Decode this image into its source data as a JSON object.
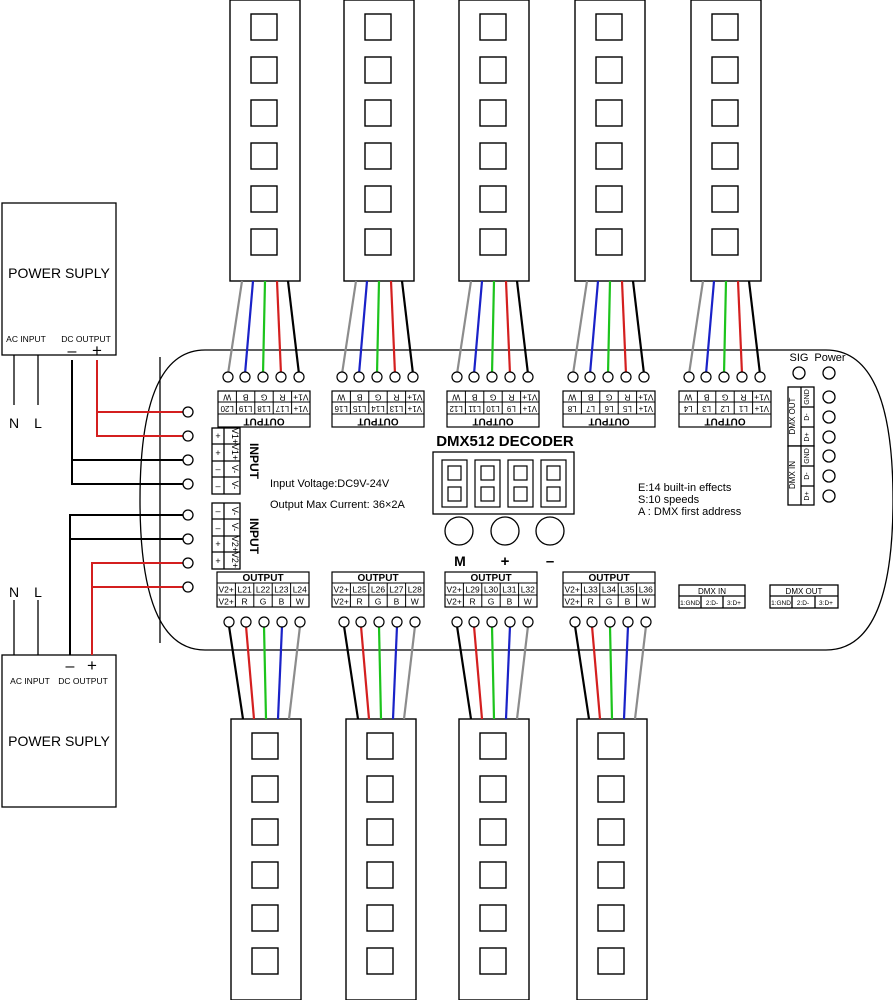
{
  "decoder": {
    "title": "DMX512 DECODER",
    "input_voltage": "Input Voltage:DC9V-24V",
    "output_max": "Output Max  Current: 36×2A",
    "effects": "E:14 built-in effects",
    "speeds": "S:10 speeds",
    "address": "A : DMX first address",
    "buttons": [
      "M",
      "+",
      "–"
    ],
    "sig_label": "SIG",
    "power_label": "Power"
  },
  "power_supplies": [
    {
      "title": "POWER SUPLY",
      "ac_label": "AC INPUT",
      "dc_label": "DC OUTPUT",
      "minus": "–",
      "plus": "+",
      "n": "N",
      "l": "L"
    },
    {
      "title": "POWER SUPLY",
      "ac_label": "AC INPUT",
      "dc_label": "DC OUTPUT",
      "minus": "–",
      "plus": "+",
      "n": "N",
      "l": "L"
    }
  ],
  "input_blocks": [
    {
      "label": "INPUT",
      "pins": [
        "V1+",
        "V1+",
        "V-",
        "V-"
      ],
      "signs": [
        "+",
        "+",
        "–",
        "–"
      ]
    },
    {
      "label": "INPUT",
      "pins": [
        "V-",
        "V-",
        "V2+",
        "V2+"
      ],
      "signs": [
        "–",
        "–",
        "+",
        "+"
      ]
    }
  ],
  "top_outputs": [
    {
      "title": "OUTPUT",
      "row1": [
        "V1+",
        "L17",
        "L18",
        "L19",
        "L20"
      ],
      "row2": [
        "V1+",
        "R",
        "G",
        "B",
        "W"
      ]
    },
    {
      "title": "OUTPUT",
      "row1": [
        "V1+",
        "L13",
        "L14",
        "L15",
        "L16"
      ],
      "row2": [
        "V1+",
        "R",
        "G",
        "B",
        "W"
      ]
    },
    {
      "title": "OUTPUT",
      "row1": [
        "V1+",
        "L9",
        "L10",
        "L11",
        "L12"
      ],
      "row2": [
        "V1+",
        "R",
        "G",
        "B",
        "W"
      ]
    },
    {
      "title": "OUTPUT",
      "row1": [
        "V1+",
        "L5",
        "L6",
        "L7",
        "L8"
      ],
      "row2": [
        "V1+",
        "R",
        "G",
        "B",
        "W"
      ]
    },
    {
      "title": "OUTPUT",
      "row1": [
        "V1+",
        "L1",
        "L2",
        "L3",
        "L4"
      ],
      "row2": [
        "V1+",
        "R",
        "G",
        "B",
        "W"
      ]
    }
  ],
  "bottom_outputs": [
    {
      "title": "OUTPUT",
      "row1": [
        "V2+",
        "L21",
        "L22",
        "L23",
        "L24"
      ],
      "row2": [
        "V2+",
        "R",
        "G",
        "B",
        "W"
      ]
    },
    {
      "title": "OUTPUT",
      "row1": [
        "V2+",
        "L25",
        "L26",
        "L27",
        "L28"
      ],
      "row2": [
        "V2+",
        "R",
        "G",
        "B",
        "W"
      ]
    },
    {
      "title": "OUTPUT",
      "row1": [
        "V2+",
        "L29",
        "L30",
        "L31",
        "L32"
      ],
      "row2": [
        "V2+",
        "R",
        "G",
        "B",
        "W"
      ]
    },
    {
      "title": "OUTPUT",
      "row1": [
        "V2+",
        "L33",
        "L34",
        "L35",
        "L36"
      ],
      "row2": [
        "V2+",
        "R",
        "G",
        "B",
        "W"
      ]
    }
  ],
  "dmx_side": {
    "out_label": "DMX OUT",
    "out_pins": [
      "GND",
      "D-",
      "D+"
    ],
    "in_label": "DMX IN",
    "in_pins": [
      "GND",
      "D-",
      "D+"
    ]
  },
  "dmx_bottom": [
    {
      "title": "DMX IN",
      "pins": [
        "1:GND",
        "2:D-",
        "3:D+"
      ]
    },
    {
      "title": "DMX OUT",
      "pins": [
        "1:GND",
        "2:D-",
        "3:D+"
      ]
    }
  ],
  "wire_colors": {
    "gray": "#8c8c8c",
    "blue": "#1a22c8",
    "green": "#1cc41c",
    "red": "#d41f1f",
    "black": "#000000"
  }
}
